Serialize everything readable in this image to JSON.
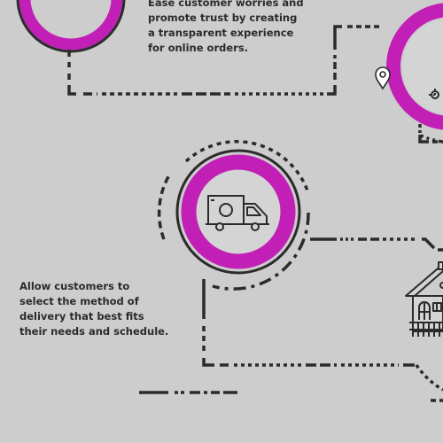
{
  "steps": [
    {
      "id": "transparency",
      "icon": "location-pin-icon",
      "text_lines": [
        "Ease customer worries and",
        "promote trust by creating",
        "a transparent experience",
        "for online orders."
      ]
    },
    {
      "id": "delivery",
      "icon": "delivery-truck-icon",
      "text_lines": [
        "Allow customers to",
        "select the method of",
        "delivery that best fits",
        "their needs and schedule."
      ]
    },
    {
      "id": "home",
      "icon": "house-icon",
      "text_lines": []
    }
  ],
  "colors": {
    "background": "#cdcdcd",
    "accent": "#c21fb7",
    "line": "#2b2b2b",
    "icon_fill": "#d4d4d4"
  }
}
